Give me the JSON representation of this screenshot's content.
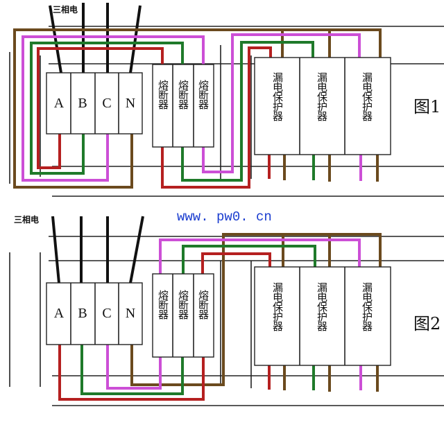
{
  "watermark": "www. pw0. cn",
  "colors": {
    "phase_a": "#b52020",
    "phase_b": "#1f7a2a",
    "phase_c": "#cc4fd6",
    "neutral": "#6b4a1e",
    "input": "#111111",
    "url": "#1a3ccf"
  },
  "figures": [
    {
      "title": "图1",
      "source_label": "三相电",
      "main_switch": [
        "A",
        "B",
        "C",
        "N"
      ],
      "fuses": [
        "熔断器",
        "熔断器",
        "熔断器"
      ],
      "rcds": [
        "漏电保护器",
        "漏电保护器",
        "漏电保护器"
      ]
    },
    {
      "title": "图2",
      "source_label": "三相电",
      "main_switch": [
        "A",
        "B",
        "C",
        "N"
      ],
      "fuses": [
        "熔断器",
        "熔断器",
        "熔断器"
      ],
      "rcds": [
        "漏电保护器",
        "漏电保护器",
        "漏电保护器"
      ]
    }
  ]
}
